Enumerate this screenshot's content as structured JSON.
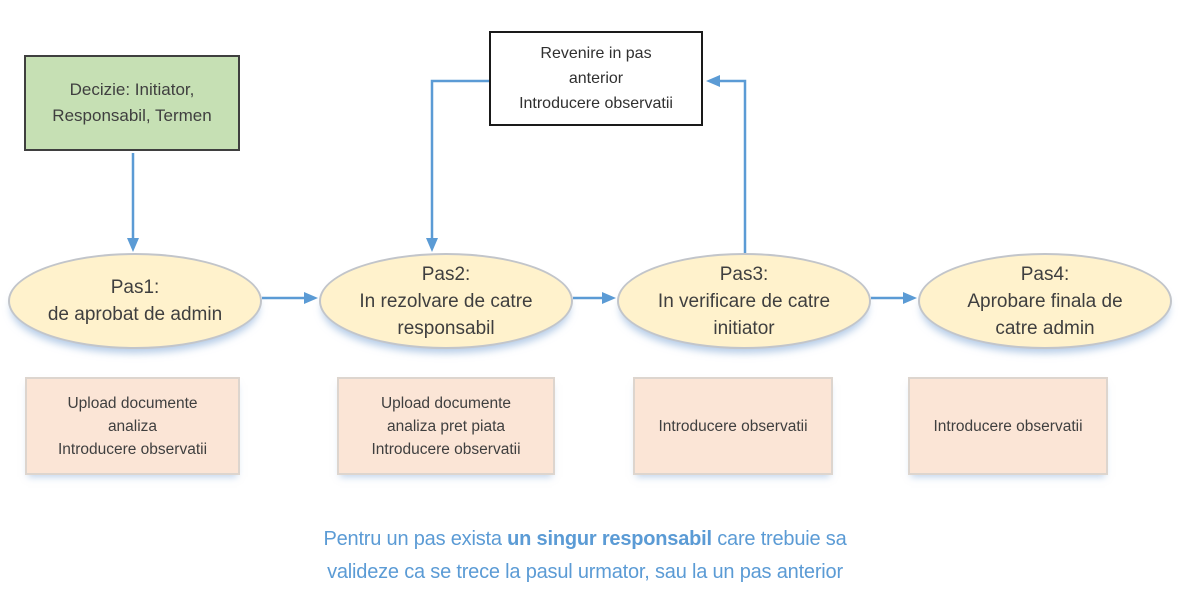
{
  "colors": {
    "arrow_blue": "#5b9bd5",
    "decision_fill": "#c6e0b4",
    "step_fill": "#fff2cc",
    "action_fill": "#fbe5d6",
    "note_text": "#5b9bd5"
  },
  "decision_box": {
    "label": "Decizie: Initiator,\nResponsabil, Termen"
  },
  "return_box": {
    "label": "Revenire in pas\nanterior\nIntroducere observatii"
  },
  "steps": [
    {
      "title": "Pas1:",
      "subtitle": "de aprobat de admin"
    },
    {
      "title": "Pas2:",
      "subtitle": "In rezolvare de catre\nresponsabil"
    },
    {
      "title": "Pas3:",
      "subtitle": "In verificare de catre\ninitiator"
    },
    {
      "title": "Pas4:",
      "subtitle": "Aprobare finala de\ncatre admin"
    }
  ],
  "actions": [
    {
      "label": "Upload documente\nanaliza\nIntroducere observatii"
    },
    {
      "label": "Upload documente\nanaliza pret piata\nIntroducere observatii"
    },
    {
      "label": "Introducere observatii"
    },
    {
      "label": "Introducere observatii"
    }
  ],
  "note": {
    "line1_prefix": "Pentru un pas exista ",
    "line1_bold": "un singur responsabil",
    "line1_suffix": " care trebuie sa",
    "line2": "valideze ca se trece la pasul urmator, sau la un pas anterior"
  }
}
